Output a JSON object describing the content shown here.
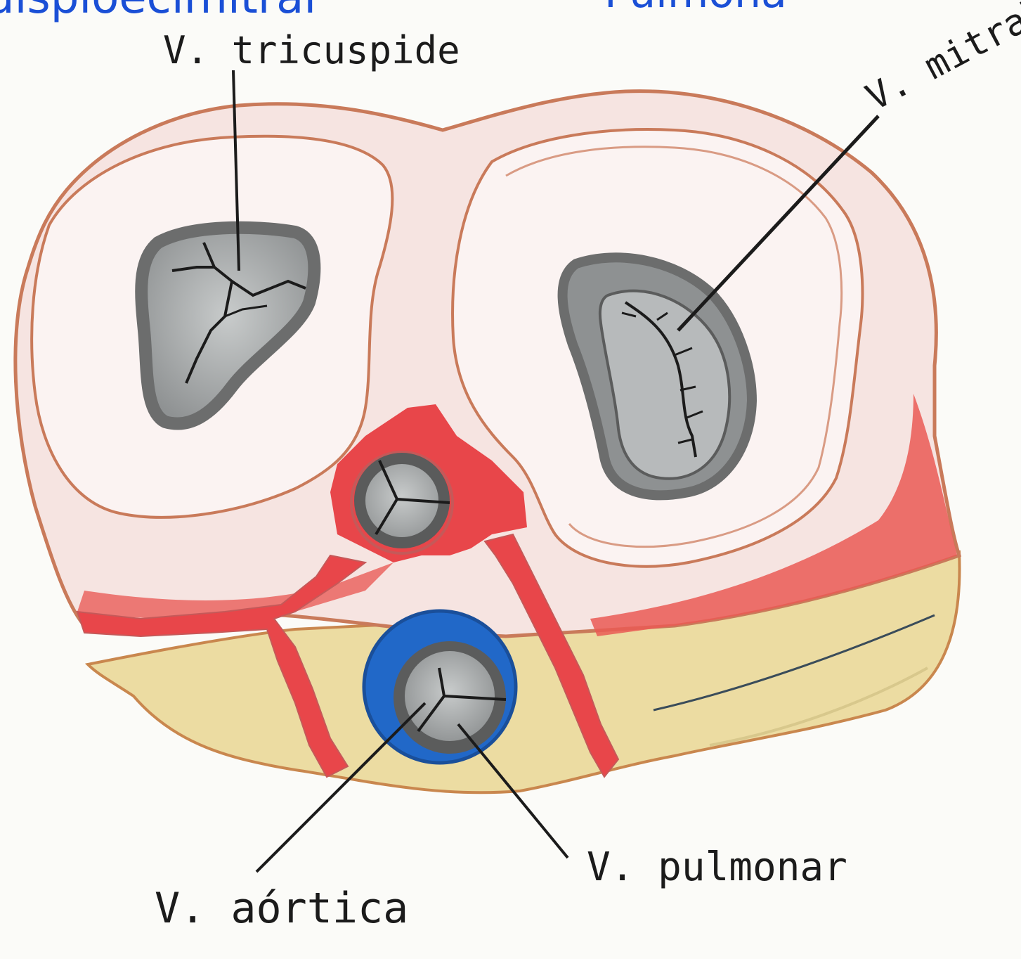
{
  "header": {
    "left_text": "ulsploecimitral",
    "right_text": "Pulmona"
  },
  "labels": {
    "tricuspid": "V. tricuspide",
    "mitral": "V. mitral",
    "aortic": "V. aórtica",
    "pulmonary": "V. pulmonar"
  },
  "colors": {
    "outline": "#c97a5a",
    "myocardium_fill": "#f6e4e1",
    "atrium_fill": "#fbf3f2",
    "artery_red": "#e8464a",
    "fat_yellow": "#ecdca2",
    "valve_gray": "#a7aaab",
    "valve_ring": "#6c6d6d",
    "pulmonary_blue": "#2168c8",
    "ink": "#1b1b1b",
    "header_blue": "#1a4fd6"
  }
}
